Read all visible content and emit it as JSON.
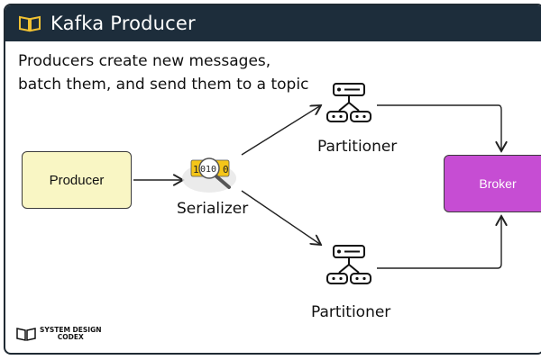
{
  "header": {
    "title": "Kafka Producer"
  },
  "description": {
    "line1": "Producers create new messages,",
    "line2": "batch them, and send them to a topic"
  },
  "nodes": {
    "producer": "Producer",
    "serializer": "Serializer",
    "serializer_bits": "010",
    "partitioner_top": "Partitioner",
    "partitioner_bottom": "Partitioner",
    "broker": "Broker"
  },
  "footer": {
    "logo_line1": "SYSTEM DESIGN",
    "logo_line2": "CODEX"
  },
  "colors": {
    "header_bg": "#1d2d3b",
    "producer_fill": "#f9f6c4",
    "broker_fill": "#c64dd3",
    "serializer_accent": "#f5c518"
  }
}
